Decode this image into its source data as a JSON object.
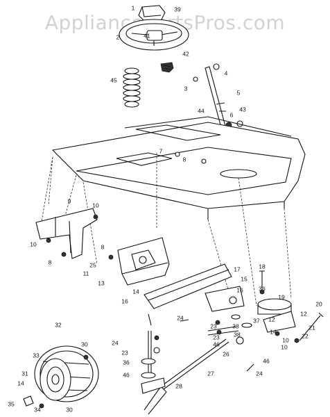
{
  "watermark": "AppliancePartsPros.com",
  "callouts": [
    "1",
    "39",
    "2",
    "41",
    "42",
    "4",
    "3",
    "45",
    "5",
    "44",
    "6",
    "43",
    "7",
    "8",
    "9",
    "10",
    "10",
    "8",
    "8",
    "11",
    "25",
    "13",
    "14",
    "16",
    "17",
    "18",
    "15",
    "16",
    "36",
    "19",
    "20",
    "12",
    "12",
    "24",
    "23",
    "37",
    "38",
    "21",
    "22",
    "14",
    "10",
    "23",
    "38",
    "46",
    "26",
    "32",
    "30",
    "24",
    "23",
    "36",
    "46",
    "27",
    "28",
    "31",
    "33",
    "14",
    "35",
    "34",
    "30",
    "46",
    "24",
    "10"
  ]
}
